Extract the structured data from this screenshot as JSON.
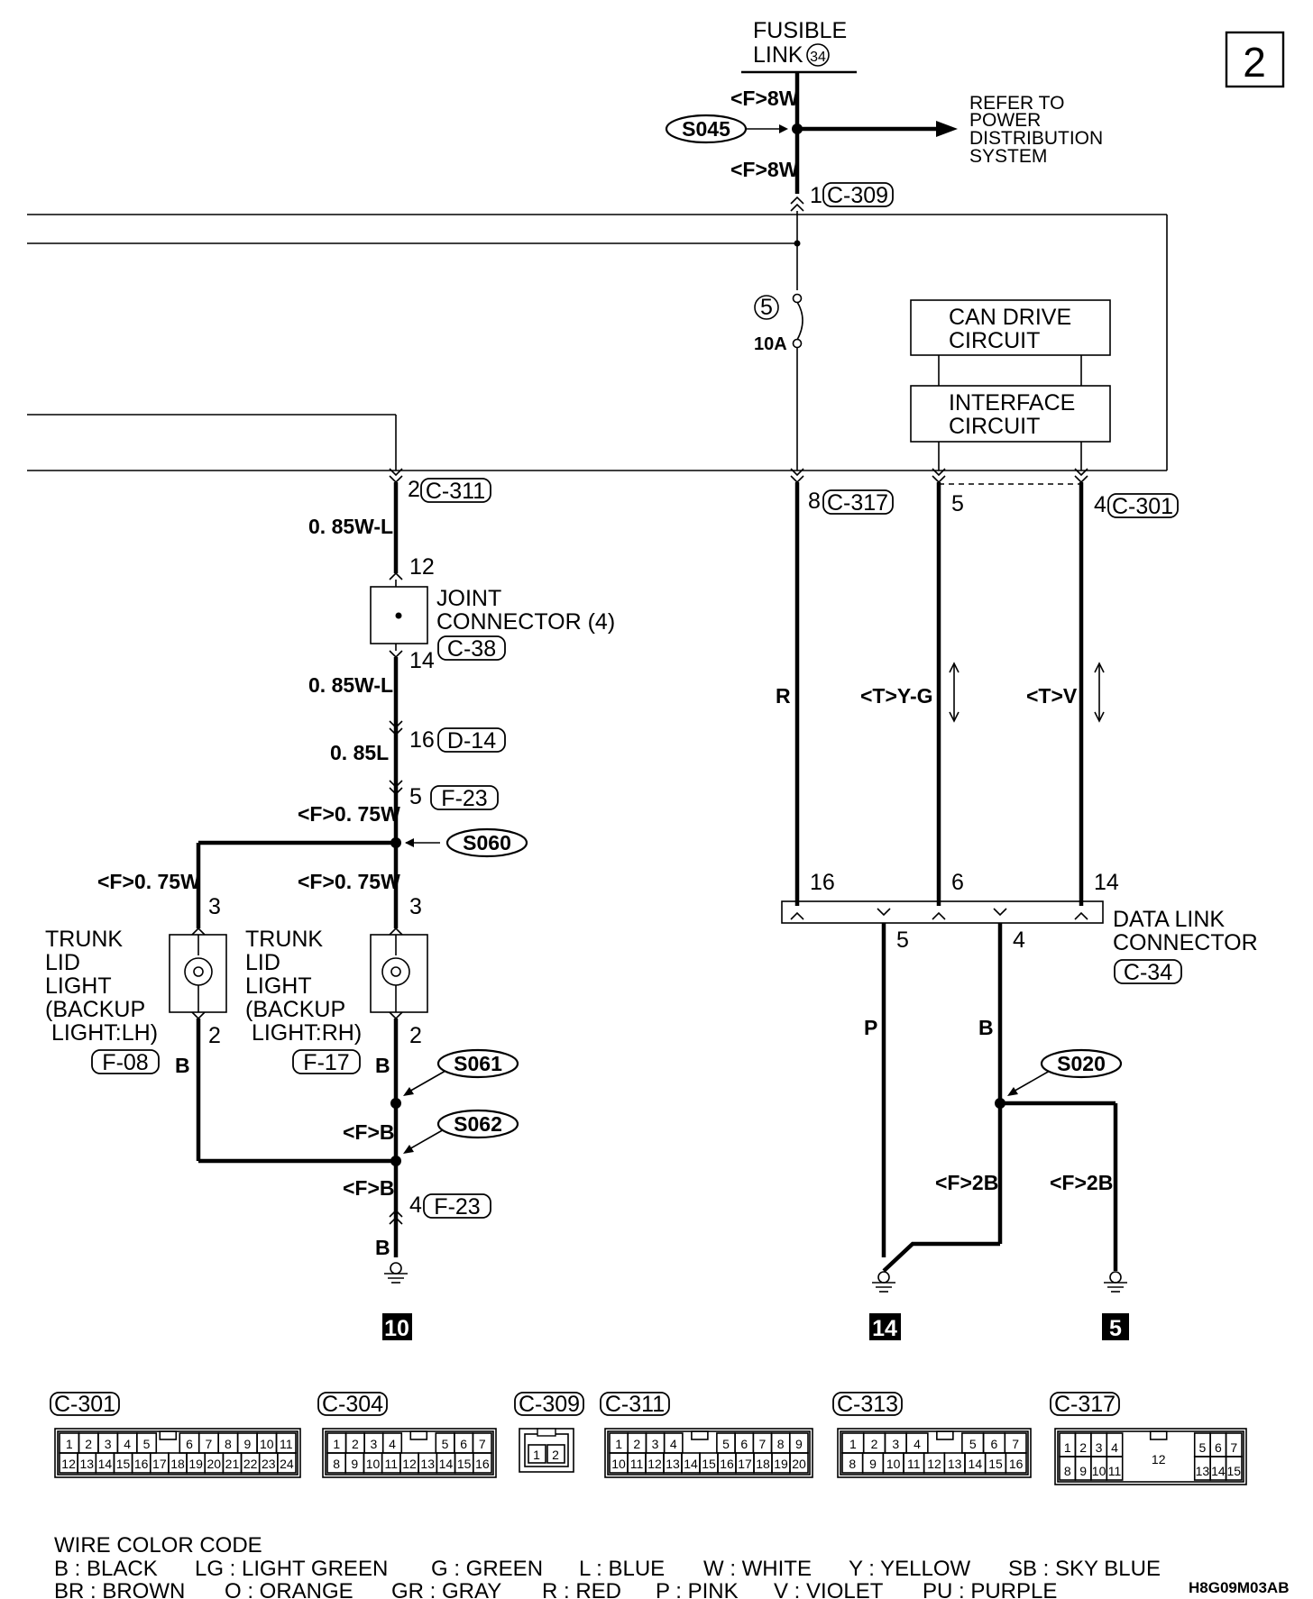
{
  "page_number": "2",
  "fusible_link": {
    "line1": "FUSIBLE",
    "line2": "LINK",
    "number": "34"
  },
  "power_refs": {
    "wire_top": "<F>8W",
    "wire_bottom": "<F>8W",
    "splice": "S045",
    "refer_lines": [
      "REFER TO",
      "POWER",
      "DISTRIBUTION",
      "SYSTEM"
    ]
  },
  "connectors_top": {
    "c309_pin": "1",
    "c309": "C-309",
    "c311_pin": "2",
    "c311": "C-311",
    "c317_pin": "8",
    "c317": "C-317",
    "c301_pin5": "5",
    "c301_pin": "4",
    "c301": "C-301"
  },
  "fuse": {
    "number": "5",
    "rating": "10A"
  },
  "ecu_blocks": {
    "can_line1": "CAN DRIVE",
    "can_line2": "CIRCUIT",
    "if_line1": "INTERFACE",
    "if_line2": "CIRCUIT"
  },
  "left_branch": {
    "wire_a": "0. 85W-L",
    "pin_12": "12",
    "joint_line1": "JOINT",
    "joint_line2": "CONNECTOR (4)",
    "joint_conn": "C-38",
    "pin_14": "14",
    "wire_b": "0. 85W-L",
    "pin_16": "16",
    "conn_d14": "D-14",
    "wire_c": "0. 85L",
    "pin_5": "5",
    "conn_f23a": "F-23",
    "wire_d": "<F>0. 75W",
    "splice_s060": "S060",
    "wire_lh": "<F>0. 75W",
    "wire_rh": "<F>0. 75W",
    "lh_pin3": "3",
    "rh_pin3": "3",
    "lh_lines": [
      "TRUNK",
      "LID",
      "LIGHT",
      "(BACKUP",
      " LIGHT:LH)"
    ],
    "rh_lines": [
      "TRUNK",
      "LID",
      "LIGHT",
      "(BACKUP",
      " LIGHT:RH)"
    ],
    "lh_pin2": "2",
    "rh_pin2": "2",
    "lh_conn": "F-08",
    "rh_conn": "F-17",
    "lh_wire": "B",
    "rh_wire": "B",
    "splice_s061": "S061",
    "splice_s062": "S062",
    "wire_fb1": "<F>B",
    "wire_fb2": "<F>B",
    "pin_4": "4",
    "conn_f23b": "F-23",
    "wire_b_last": "B",
    "ground_num": "10"
  },
  "right_branch": {
    "wire_r": "R",
    "wire_yg": "<T>Y-G",
    "wire_v": "<T>V",
    "dlc_pin16": "16",
    "dlc_pin6": "6",
    "dlc_pin14": "14",
    "dlc_line1": "DATA LINK",
    "dlc_line2": "CONNECTOR",
    "dlc_conn": "C-34",
    "dlc_pin5": "5",
    "dlc_pin4": "4",
    "wire_p": "P",
    "wire_b": "B",
    "splice_s020": "S020",
    "wire_2b_a": "<F>2B",
    "wire_2b_b": "<F>2B",
    "ground_a": "14",
    "ground_b": "5"
  },
  "connector_views": {
    "c301": {
      "label": "C-301",
      "top": [
        "1",
        "2",
        "3",
        "4",
        "5",
        "6",
        "7",
        "8",
        "9",
        "10",
        "11"
      ],
      "bottom": [
        "12",
        "13",
        "14",
        "15",
        "16",
        "17",
        "18",
        "19",
        "20",
        "21",
        "22",
        "23",
        "24"
      ]
    },
    "c304": {
      "label": "C-304",
      "top": [
        "1",
        "2",
        "3",
        "4",
        "5",
        "6",
        "7"
      ],
      "bottom": [
        "8",
        "9",
        "10",
        "11",
        "12",
        "13",
        "14",
        "15",
        "16"
      ]
    },
    "c309": {
      "label": "C-309",
      "pins": [
        "1",
        "2"
      ]
    },
    "c311": {
      "label": "C-311",
      "top": [
        "1",
        "2",
        "3",
        "4",
        "5",
        "6",
        "7",
        "8",
        "9"
      ],
      "bottom": [
        "10",
        "11",
        "12",
        "13",
        "14",
        "15",
        "16",
        "17",
        "18",
        "19",
        "20"
      ]
    },
    "c313": {
      "label": "C-313",
      "top": [
        "1",
        "2",
        "3",
        "4",
        "5",
        "6",
        "7"
      ],
      "bottom": [
        "8",
        "9",
        "10",
        "11",
        "12",
        "13",
        "14",
        "15",
        "16"
      ]
    },
    "c317": {
      "label": "C-317",
      "top": [
        "1",
        "2",
        "3",
        "4",
        "5",
        "6",
        "7"
      ],
      "bottom": [
        "8",
        "9",
        "10",
        "11",
        "13",
        "14",
        "15"
      ],
      "center": "12"
    }
  },
  "wire_color_code": {
    "title": "WIRE COLOR CODE",
    "row1": [
      "B : BLACK",
      "LG : LIGHT GREEN",
      "G : GREEN",
      "L : BLUE",
      "W : WHITE",
      "Y : YELLOW",
      "SB : SKY BLUE"
    ],
    "row2": [
      "BR : BROWN",
      "O : ORANGE",
      "GR : GRAY",
      "R : RED",
      "P : PINK",
      "V : VIOLET",
      "PU : PURPLE"
    ]
  },
  "figure_code": "H8G09M03AB"
}
